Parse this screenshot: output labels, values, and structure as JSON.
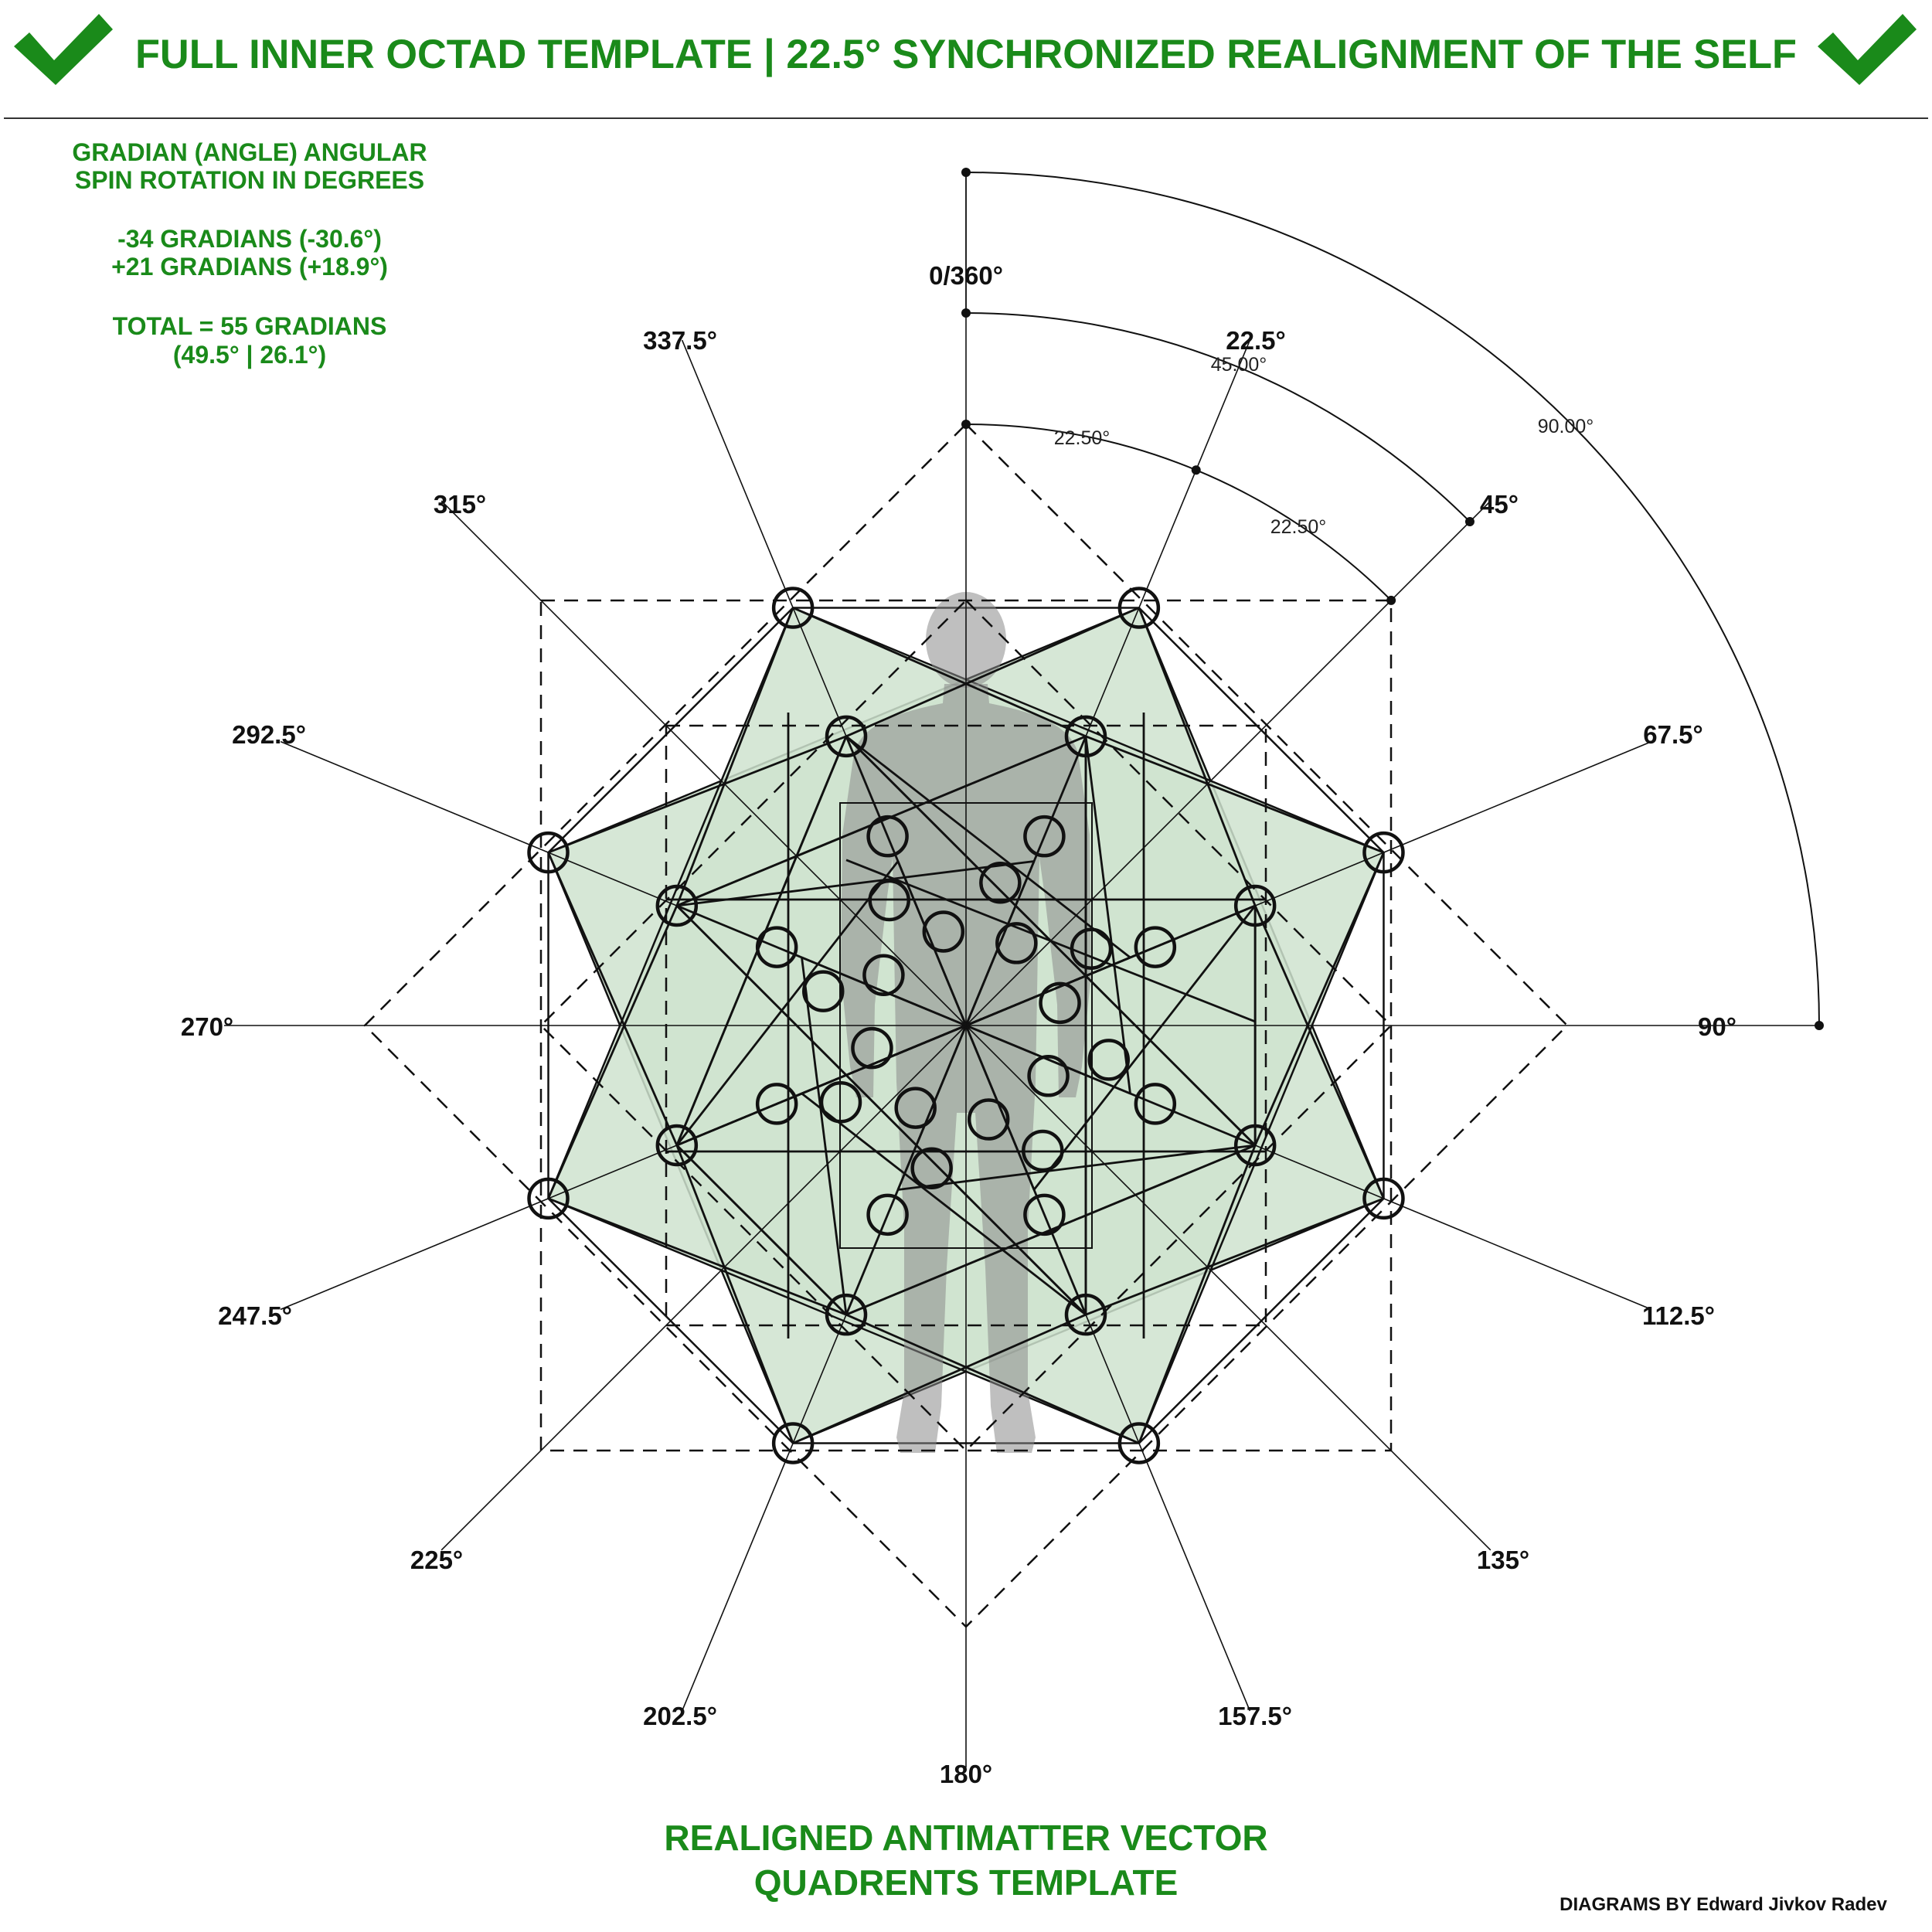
{
  "header": {
    "title": "FULL INNER OCTAD TEMPLATE | 22.5° SYNCHRONIZED REALIGNMENT OF THE SELF",
    "check_color": "#1a8a1a"
  },
  "side_note": {
    "line1": "GRADIAN (ANGLE) ANGULAR",
    "line2": "SPIN ROTATION IN DEGREES",
    "line3": "-34 GRADIANS (-30.6°)",
    "line4": "+21 GRADIANS (+18.9°)",
    "line5": "TOTAL = 55 GRADIANS",
    "line6": "(49.5° | 26.1°)"
  },
  "compass": {
    "labels": [
      "0/360°",
      "22.5°",
      "45°",
      "67.5°",
      "90°",
      "112.5°",
      "135°",
      "157.5°",
      "180°",
      "202.5°",
      "225°",
      "247.5°",
      "270°",
      "292.5°",
      "315°",
      "337.5°"
    ],
    "angles": [
      0,
      22.5,
      45,
      67.5,
      90,
      112.5,
      135,
      157.5,
      180,
      202.5,
      225,
      247.5,
      270,
      292.5,
      315,
      337.5
    ]
  },
  "arcs": {
    "inner_a": "22.50°",
    "inner_b": "22.50°",
    "middle": "45.00°",
    "outer": "90.00°"
  },
  "footer": {
    "line1": "REALIGNED ANTIMATTER VECTOR",
    "line2": "QUADRENTS TEMPLATE",
    "credit": "DIAGRAMS BY Edward Jivkov Radev"
  },
  "colors": {
    "accent": "#1a8a1a",
    "fill": "#cfe3cf",
    "figure": "#8a8a8a"
  }
}
